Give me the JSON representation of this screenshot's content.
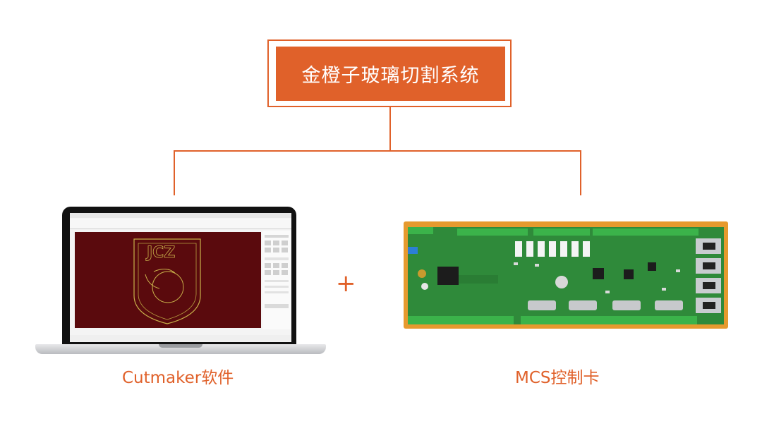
{
  "diagram": {
    "title": "金橙子玻璃切割系统",
    "left_label": "Cutmaker软件",
    "right_label": "MCS控制卡",
    "connector": "+"
  },
  "colors": {
    "accent": "#e0612a",
    "background": "#ffffff",
    "screen_canvas": "#5a0a0d",
    "pcb_green": "#2f8a3a",
    "rail_orange": "#e69a2e"
  },
  "icons": [
    "laptop-image",
    "control-card-image"
  ]
}
